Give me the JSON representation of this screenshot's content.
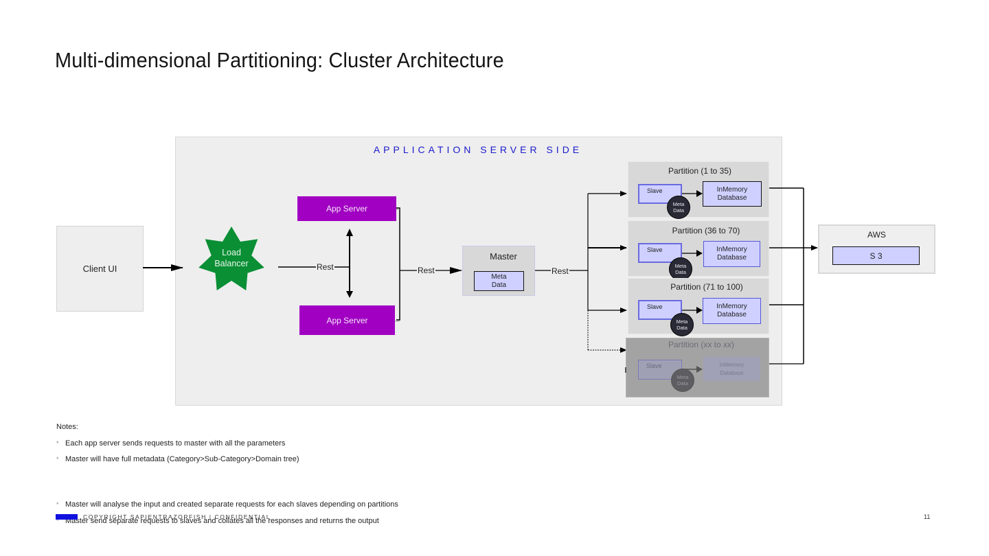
{
  "slide": {
    "title": "Multi-dimensional Partitioning: Cluster Architecture",
    "page_number": "11",
    "footer": "COPYRIGHT SAPIENTRAZORFISH | CONFIDENTIAL",
    "footer_accent_color": "#1111e0"
  },
  "diagram": {
    "client": {
      "label": "Client UI"
    },
    "app_side": {
      "label": "APPLICATION SERVER SIDE",
      "label_color": "#1a1acc"
    },
    "load_balancer": {
      "line1": "Load",
      "line2": "Balancer",
      "color": "#0a8f35"
    },
    "app_servers": [
      {
        "label": "App Server"
      },
      {
        "label": "App Server"
      }
    ],
    "app_server_color": "#a100c2",
    "edges": {
      "lb_to_servers": "Rest",
      "servers_to_master": "Rest",
      "master_to_partitions": "Rest"
    },
    "master": {
      "label": "Master",
      "meta_line1": "Meta",
      "meta_line2": "Data"
    },
    "partitions": [
      {
        "label": "Partition (1 to 35)",
        "slave": "Slave",
        "db_line1": "InMemory",
        "db_line2": "Database",
        "meta_line1": "Meta",
        "meta_line2": "Data",
        "state": "active"
      },
      {
        "label": "Partition (36 to 70)",
        "slave": "Slave",
        "db_line1": "InMemory",
        "db_line2": "Database",
        "meta_line1": "Meta",
        "meta_line2": "Data",
        "state": "active"
      },
      {
        "label": "Partition (71 to 100)",
        "slave": "Slave",
        "db_line1": "InMemory",
        "db_line2": "Database",
        "meta_line1": "Meta",
        "meta_line2": "Data",
        "state": "active"
      },
      {
        "label": "Partition (xx to xx)",
        "slave": "Slave",
        "db_line1": "InMemory",
        "db_line2": "Database",
        "meta_line1": "Meta",
        "meta_line2": "Data",
        "state": "placeholder"
      }
    ],
    "aws": {
      "label": "AWS",
      "storage": "S 3"
    }
  },
  "notes": {
    "heading": "Notes:",
    "items": [
      "Each app server sends requests to master with all the parameters",
      "Master will have full metadata (Category>Sub-Category>Domain tree)",
      "Master will analyse the input and created separate requests for each slaves depending on partitions",
      "Master send separate requests to slaves and collates all the responses and returns the output"
    ]
  }
}
